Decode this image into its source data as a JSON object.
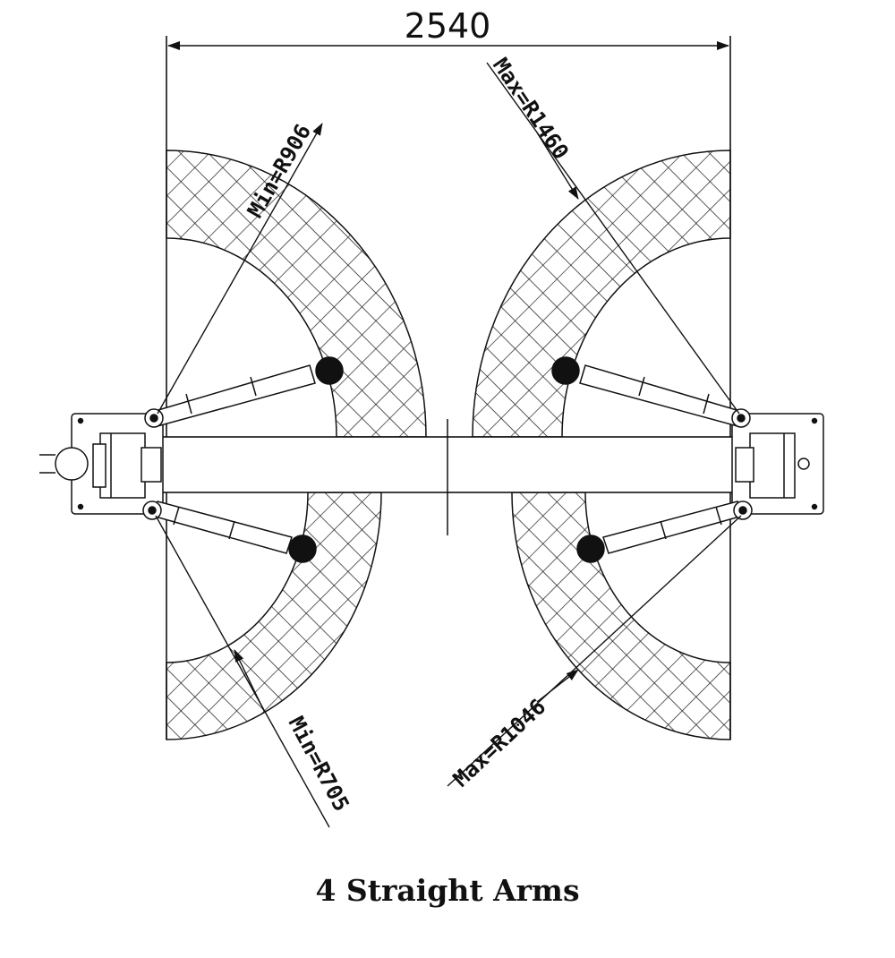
{
  "dimension": {
    "width_label": "2540"
  },
  "radius_labels": {
    "top_left": "Min=R906",
    "top_right": "Max=R1460",
    "bottom_left": "Min=R705",
    "bottom_right": "Max=R1046"
  },
  "caption": "4 Straight Arms",
  "colors": {
    "line": "#111111",
    "background": "#ffffff"
  }
}
